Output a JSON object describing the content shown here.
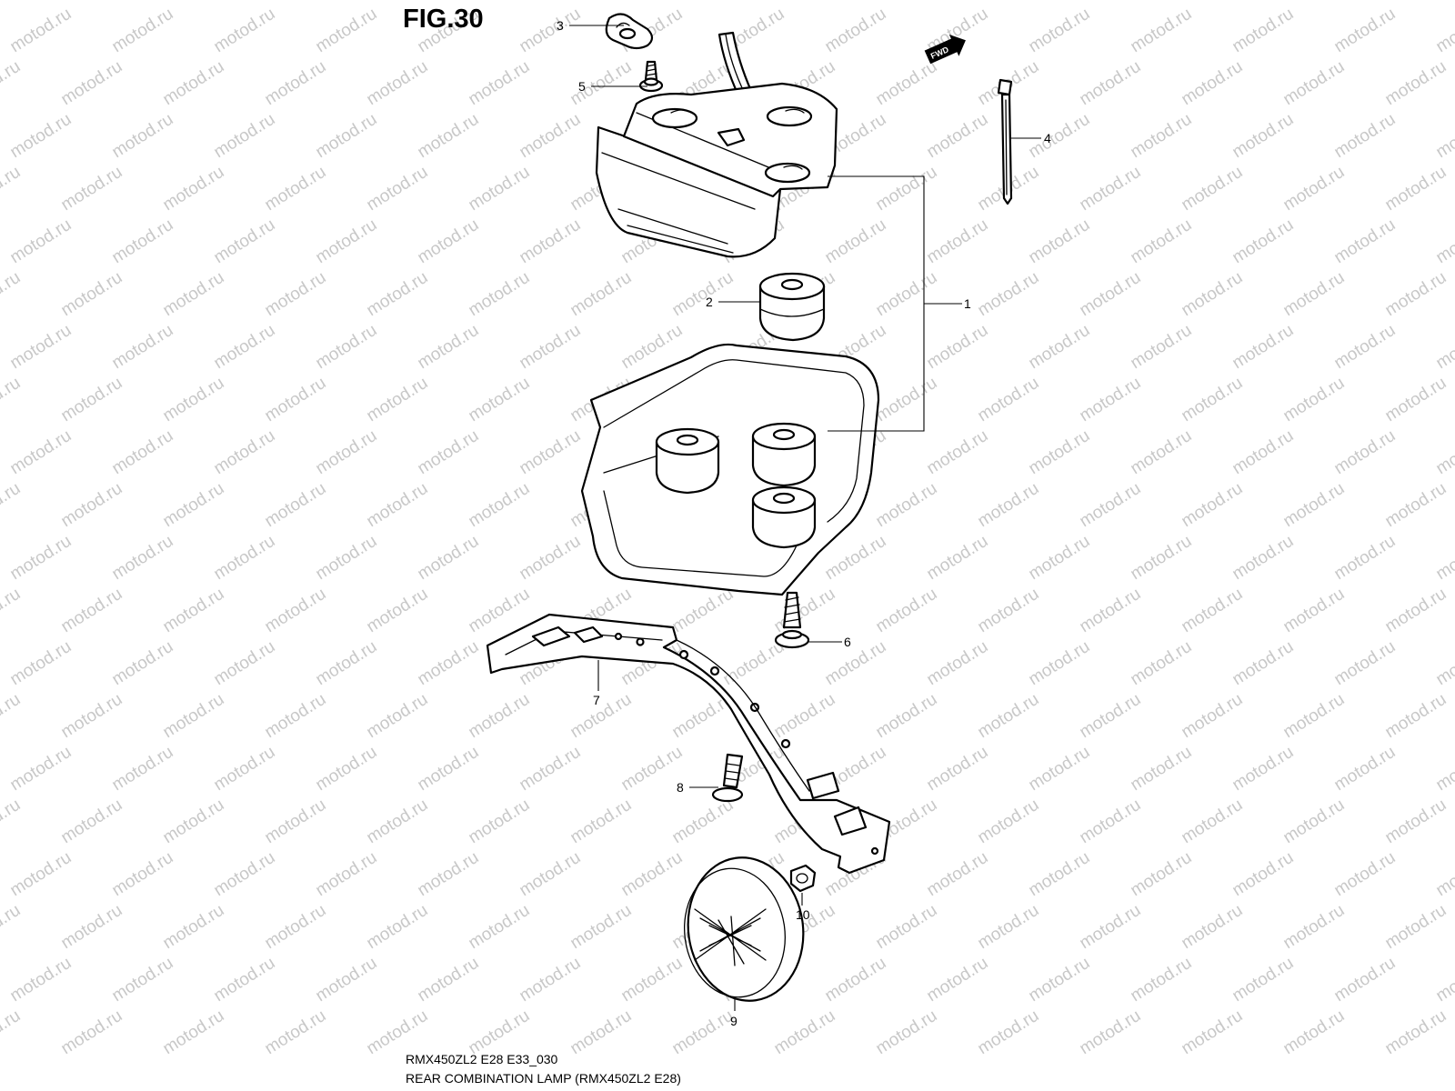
{
  "figure": {
    "title": "FIG.30",
    "fwd_label": "FWD",
    "watermark": "motod.ru",
    "caption_code": "RMX450ZL2 E28 E33_030",
    "caption_title": "REAR COMBINATION LAMP (RMX450ZL2 E28)"
  },
  "callouts": {
    "c1": "1",
    "c2": "2",
    "c3": "3",
    "c4": "4",
    "c5": "5",
    "c6": "6",
    "c7": "7",
    "c8": "8",
    "c9": "9",
    "c10": "10"
  },
  "colors": {
    "line": "#000000",
    "watermark": "#c8c8c8",
    "background": "#ffffff"
  }
}
